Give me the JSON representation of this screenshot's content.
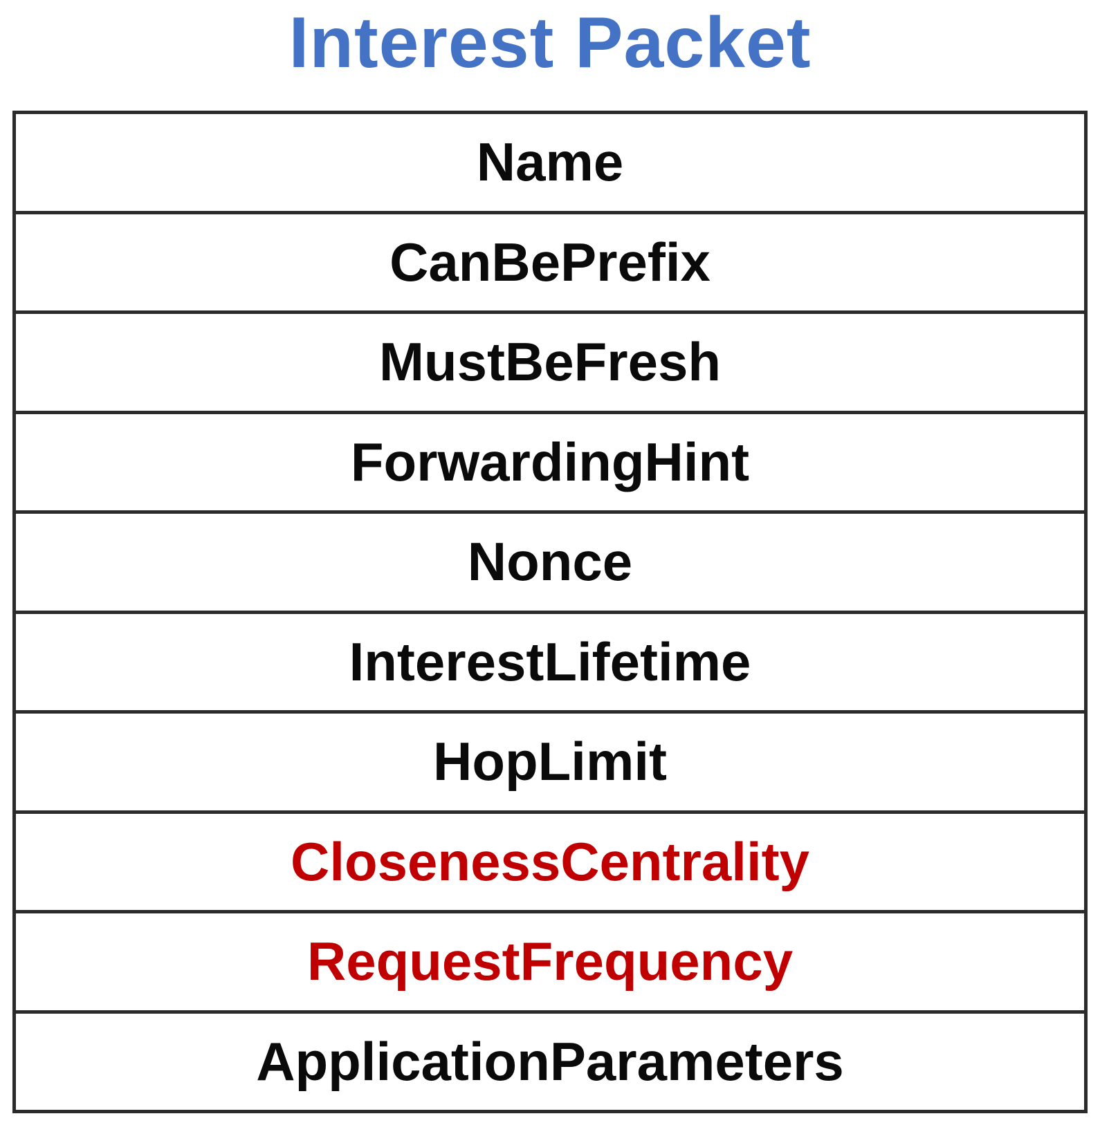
{
  "title": "Interest Packet",
  "colors": {
    "title": "#4472C4",
    "text": "#0a0a0a",
    "highlight": "#C00000",
    "border": "#2b2b2b",
    "background": "#ffffff"
  },
  "packet": {
    "fields": [
      {
        "label": "Name",
        "highlighted": false
      },
      {
        "label": "CanBePrefix",
        "highlighted": false
      },
      {
        "label": "MustBeFresh",
        "highlighted": false
      },
      {
        "label": "ForwardingHint",
        "highlighted": false
      },
      {
        "label": "Nonce",
        "highlighted": false
      },
      {
        "label": "InterestLifetime",
        "highlighted": false
      },
      {
        "label": "HopLimit",
        "highlighted": false
      },
      {
        "label": "ClosenessCentrality",
        "highlighted": true
      },
      {
        "label": "RequestFrequency",
        "highlighted": true
      },
      {
        "label": "ApplicationParameters",
        "highlighted": false
      }
    ]
  }
}
